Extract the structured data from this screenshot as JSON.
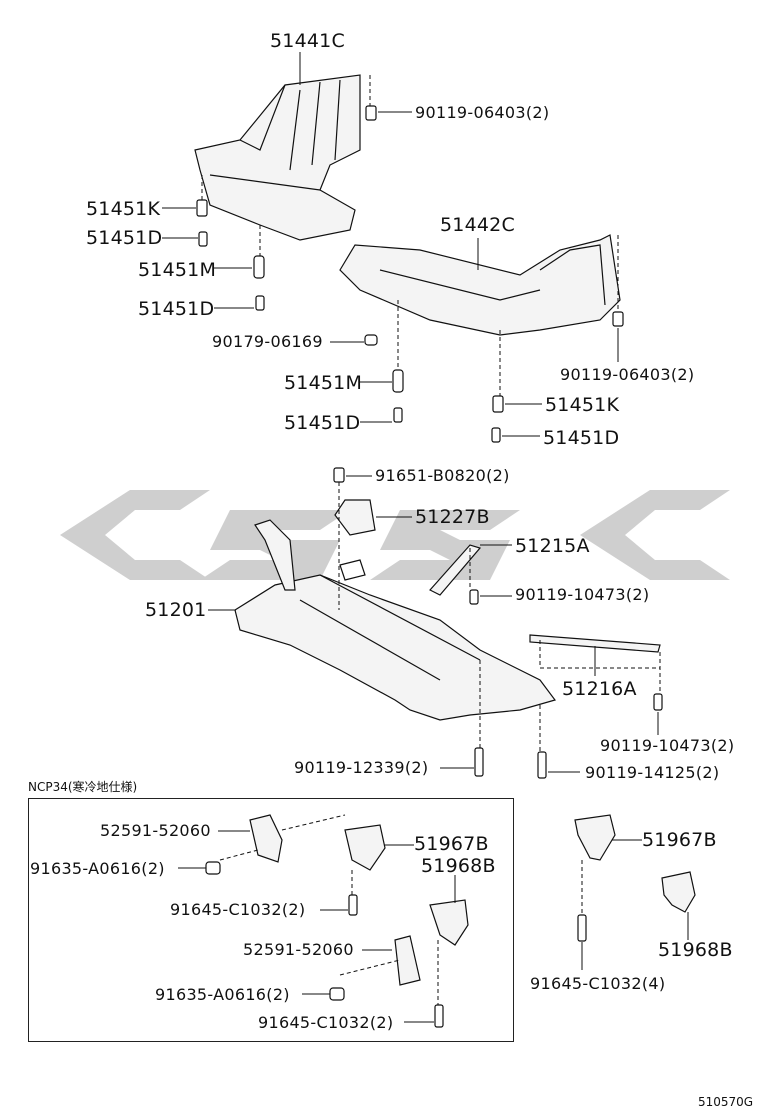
{
  "diagram": {
    "watermark_text": "CSSC",
    "inset_title": "NCP34(寒冷地仕様)",
    "figure_id": "510570G",
    "parts": {
      "p51441C": "51441C",
      "p90119_06403_a": "90119-06403(2)",
      "p51451K_a": "51451K",
      "p51451D_a": "51451D",
      "p51451M_a": "51451M",
      "p51451D_b": "51451D",
      "p51442C": "51442C",
      "p90179_06169": "90179-06169",
      "p90119_06403_b": "90119-06403(2)",
      "p51451M_b": "51451M",
      "p51451K_b": "51451K",
      "p51451D_c": "51451D",
      "p51451D_d": "51451D",
      "p91651_B0820": "91651-B0820(2)",
      "p51227B": "51227B",
      "p51215A": "51215A",
      "p51201": "51201",
      "p90119_10473_a": "90119-10473(2)",
      "p51216A": "51216A",
      "p90119_10473_b": "90119-10473(2)",
      "p90119_12339": "90119-12339(2)",
      "p90119_14125": "90119-14125(2)",
      "p52591_52060_a": "52591-52060",
      "p91635_A0616_a": "91635-A0616(2)",
      "p51967B_a": "51967B",
      "p51968B_a": "51968B",
      "p91645_C1032_a": "91645-C1032(2)",
      "p52591_52060_b": "52591-52060",
      "p91635_A0616_b": "91635-A0616(2)",
      "p91645_C1032_b": "91645-C1032(2)",
      "p51967B_b": "51967B",
      "p51968B_b": "51968B",
      "p91645_C1032_c": "91645-C1032(4)"
    }
  }
}
